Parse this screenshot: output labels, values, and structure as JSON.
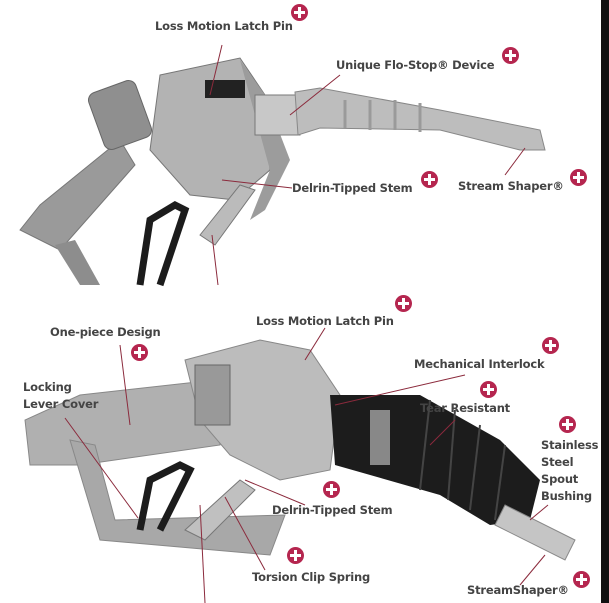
{
  "top_diagram": {
    "labels": {
      "latch_pin": "Loss Motion Latch Pin",
      "flo_stop": "Unique Flo-Stop® Device",
      "delrin_stem": "Delrin-Tipped Stem",
      "stream_shaper": "Stream Shaper®"
    }
  },
  "bottom_diagram": {
    "labels": {
      "latch_pin": "Loss Motion Latch Pin",
      "one_piece": "One-piece Design",
      "locking_1": "Locking",
      "locking_2": "Lever Cover",
      "interlock": "Mechanical Interlock",
      "tear": "Tear Resistant",
      "bushing_1": "Stainless",
      "bushing_2": "Steel",
      "bushing_3": "Spout",
      "bushing_4": "Bushing",
      "delrin_stem": "Delrin-Tipped Stem",
      "torsion": "Torsion Clip Spring",
      "stream_shaper": "StreamShaper®"
    }
  },
  "colors": {
    "accent": "#b5264f",
    "metal": "#a9a9a9",
    "boot": "#1c1c1c"
  }
}
